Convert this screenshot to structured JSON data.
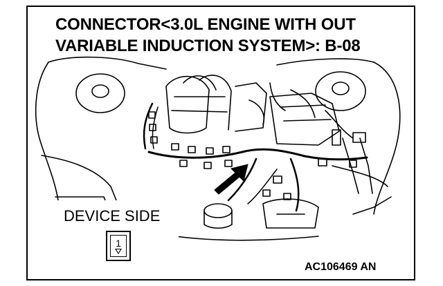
{
  "title": {
    "line1": "CONNECTOR<3.0L ENGINE WITH OUT",
    "line2": "VARIABLE INDUCTION SYSTEM>: B-08"
  },
  "device": {
    "label": "DEVICE SIDE",
    "pin": "1"
  },
  "figure_code": "AC106469 AN"
}
